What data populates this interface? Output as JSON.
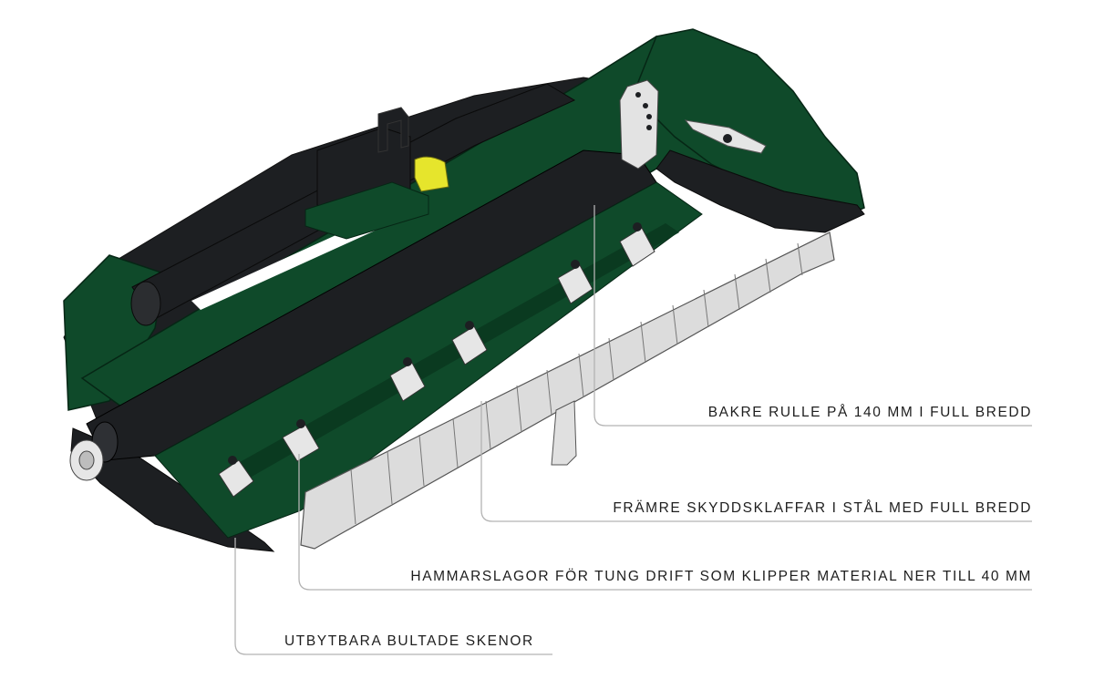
{
  "callouts": [
    {
      "text": "BAKRE RULLE PÅ 140 MM I FULL BREDD"
    },
    {
      "text": "FRÄMRE SKYDDSKLAFFAR I STÅL MED FULL BREDD"
    },
    {
      "text": "HAMMARSLAGOR FÖR TUNG DRIFT SOM KLIPPER MATERIAL NER TILL 40 MM"
    },
    {
      "text": "UTBYTBARA BULTADE SKENOR"
    }
  ],
  "colors": {
    "body_green": "#0f4a2a",
    "dark_green": "#0a3a20",
    "roller_black": "#1d1f22",
    "flap_light": "#dcdcdc",
    "yellow_gearbox": "#e6e52c",
    "leader_line": "#b3b3b3",
    "text": "#1e1e1e"
  }
}
